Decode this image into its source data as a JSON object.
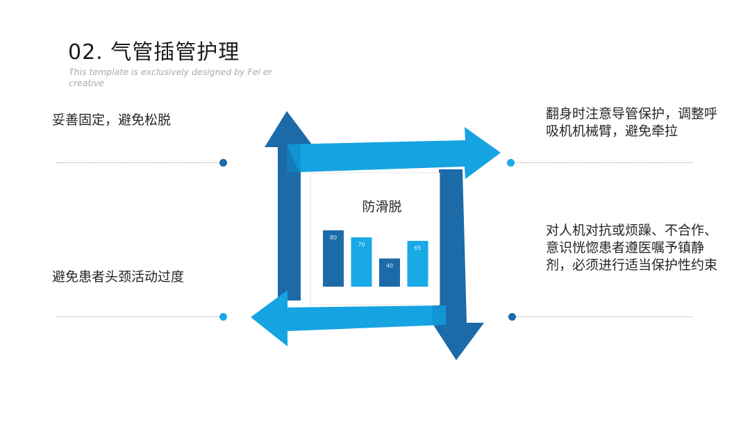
{
  "header": {
    "title": "02. 气管插管护理",
    "subtitle": "This template is exclusively designed by Fei er creative"
  },
  "center": {
    "label": "防滑脱"
  },
  "notes": {
    "top_left": "妥善固定，避免松脱",
    "bottom_left": "避免患者头颈活动过度",
    "top_right": "翻身时注意导管保护，调整呼吸机机械臂，避免牵拉",
    "bottom_right": "对人机对抗或烦躁、不合作、意识恍惚患者遵医嘱予镇静剂，必须进行适当保护性约束"
  },
  "colors": {
    "dark_blue": "#1d6aa8",
    "light_blue": "#19a9e6",
    "title": "#1a1a1a",
    "subtitle": "#a9a9a9"
  },
  "chart_data": {
    "type": "bar",
    "categories": [
      "",
      "",
      "",
      ""
    ],
    "values": [
      80,
      70,
      40,
      65
    ],
    "colors": [
      "#1d6aa8",
      "#19a9e6",
      "#1d6aa8",
      "#19a9e6"
    ],
    "ylim": [
      0,
      100
    ],
    "data_labels": true,
    "axes": false,
    "grid": false
  }
}
